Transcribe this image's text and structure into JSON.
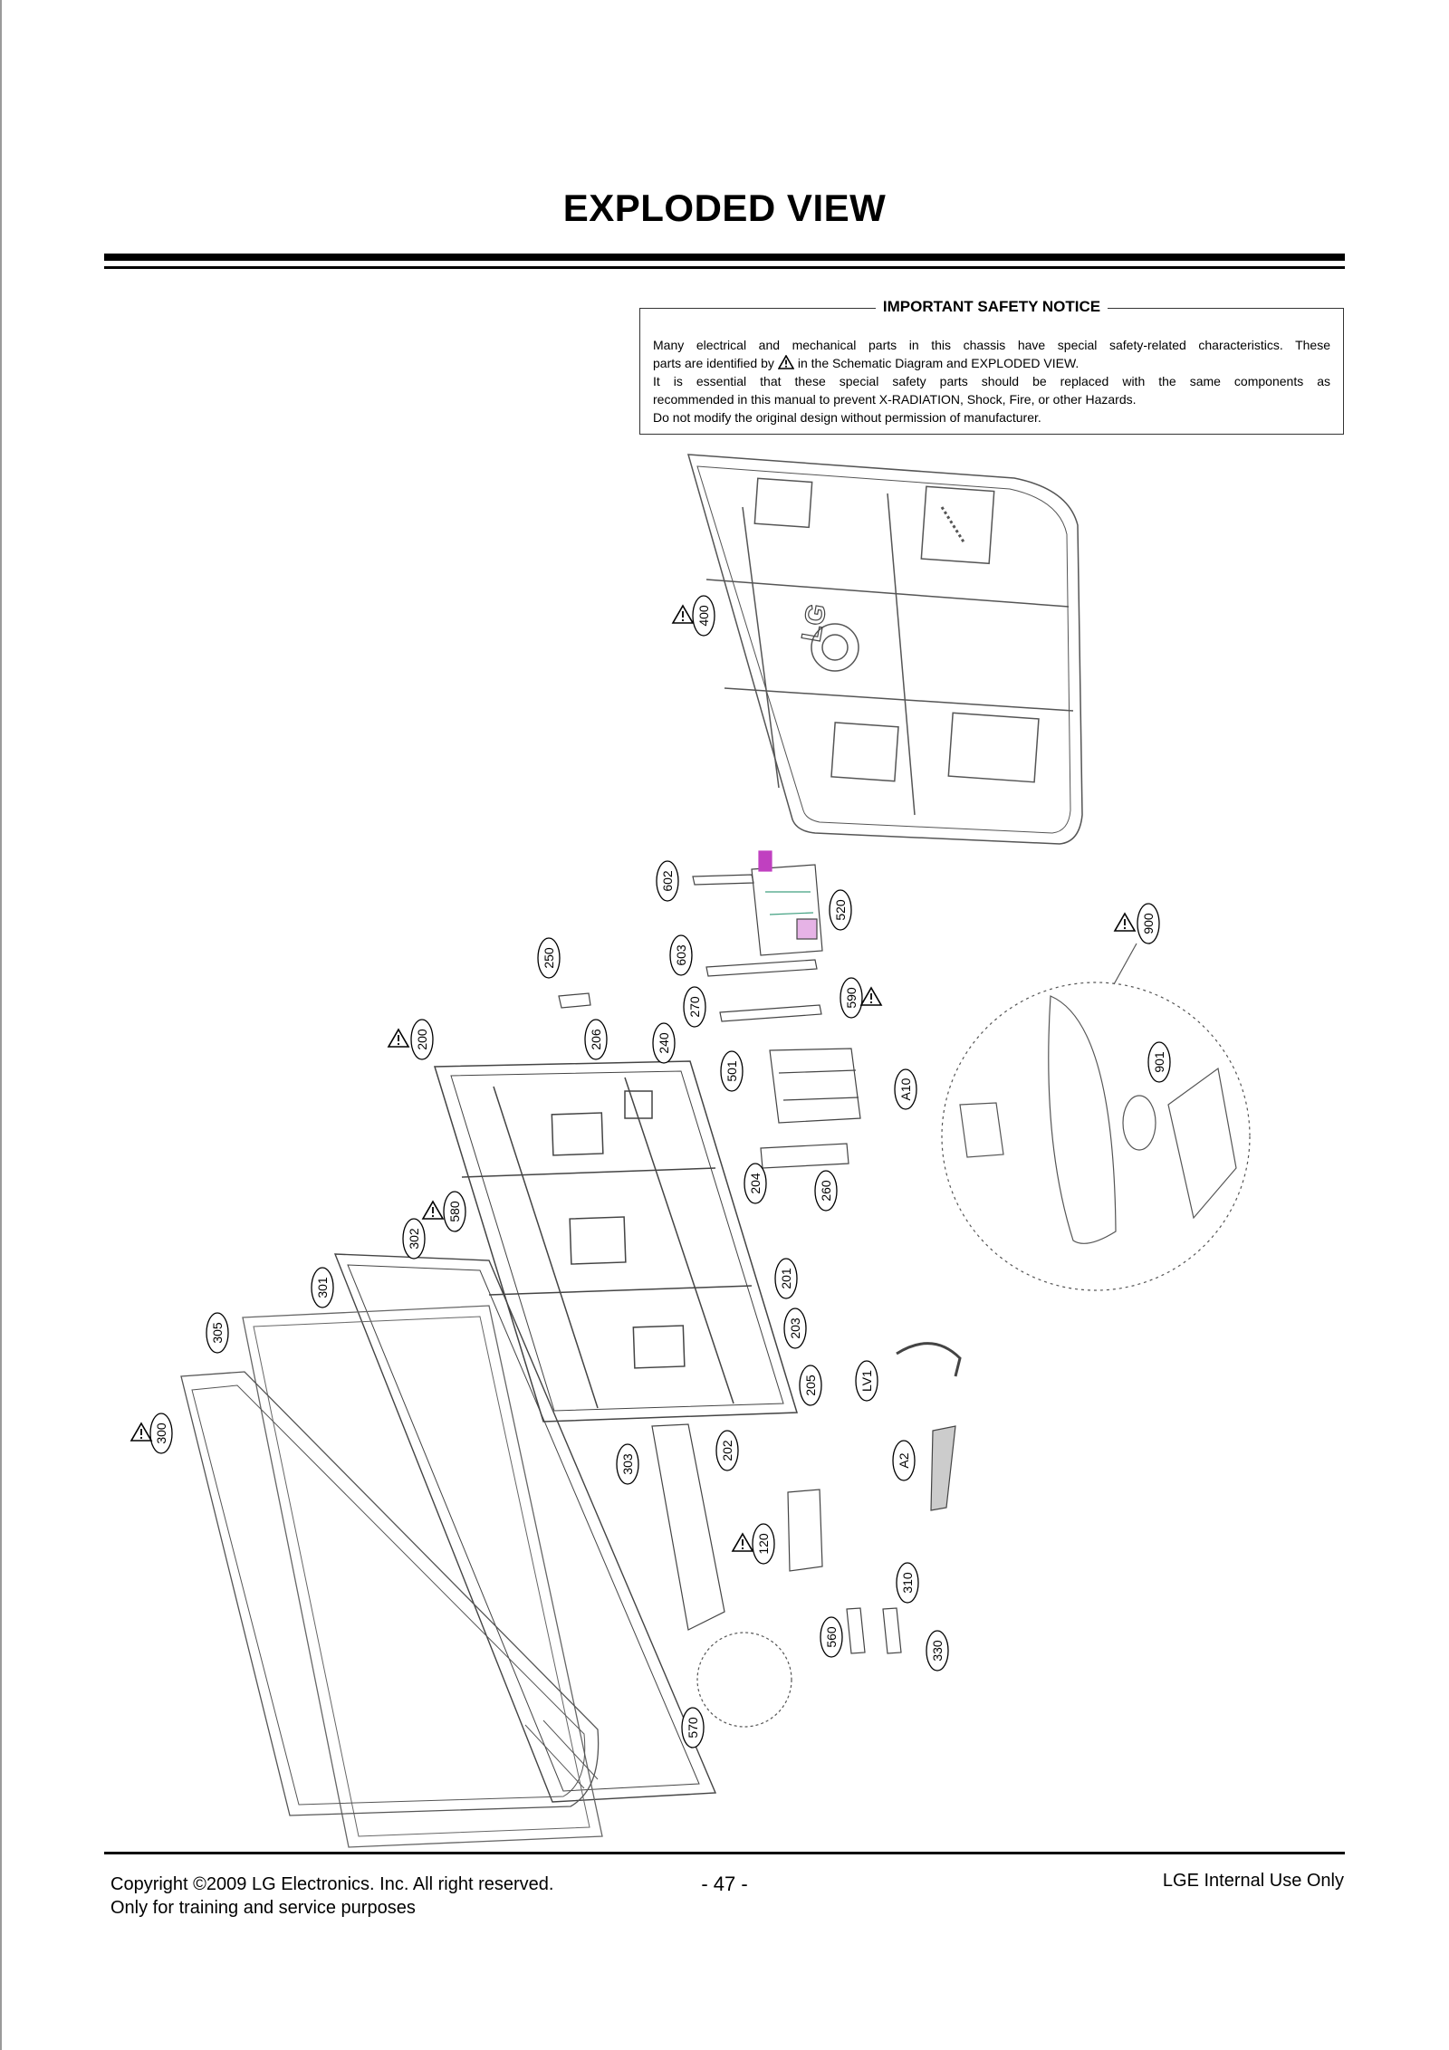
{
  "page": {
    "title": "EXPLODED VIEW"
  },
  "notice": {
    "title": "IMPORTANT SAFETY NOTICE",
    "line1": "Many electrical and mechanical parts in this chassis have special safety-related characteristics. These",
    "line2_before": "parts are identified by",
    "line2_after": "in the Schematic Diagram and EXPLODED VIEW.",
    "line3": "It is essential that these special safety parts should be replaced with the same components as",
    "line4": "recommended in this manual to prevent X-RADIATION, Shock, Fire, or other Hazards.",
    "line5": "Do not modify the original design without permission of manufacturer."
  },
  "diagram": {
    "logo_text": "LG",
    "callouts": [
      "400",
      "602",
      "520",
      "900",
      "250",
      "603",
      "590",
      "270",
      "200",
      "206",
      "240",
      "501",
      "A10",
      "901",
      "204",
      "260",
      "580",
      "302",
      "201",
      "301",
      "203",
      "305",
      "205",
      "LV1",
      "300",
      "202",
      "303",
      "A2",
      "120",
      "310",
      "560",
      "330",
      "570"
    ],
    "warning_parts": [
      "400",
      "900",
      "590",
      "200",
      "580",
      "300",
      "120"
    ]
  },
  "footer": {
    "copyright_prefix": "Copyright",
    "copyright_symbol": "©",
    "copyright_rest": "2009 LG Electronics. Inc. All right reserved.",
    "purpose": "Only for training and service purposes",
    "page_number": "- 47 -",
    "internal": "LGE Internal Use Only"
  },
  "colors": {
    "line": "#000000",
    "drawing": "#555555",
    "highlight": "#c040c0",
    "accent_board": "#40a080"
  }
}
